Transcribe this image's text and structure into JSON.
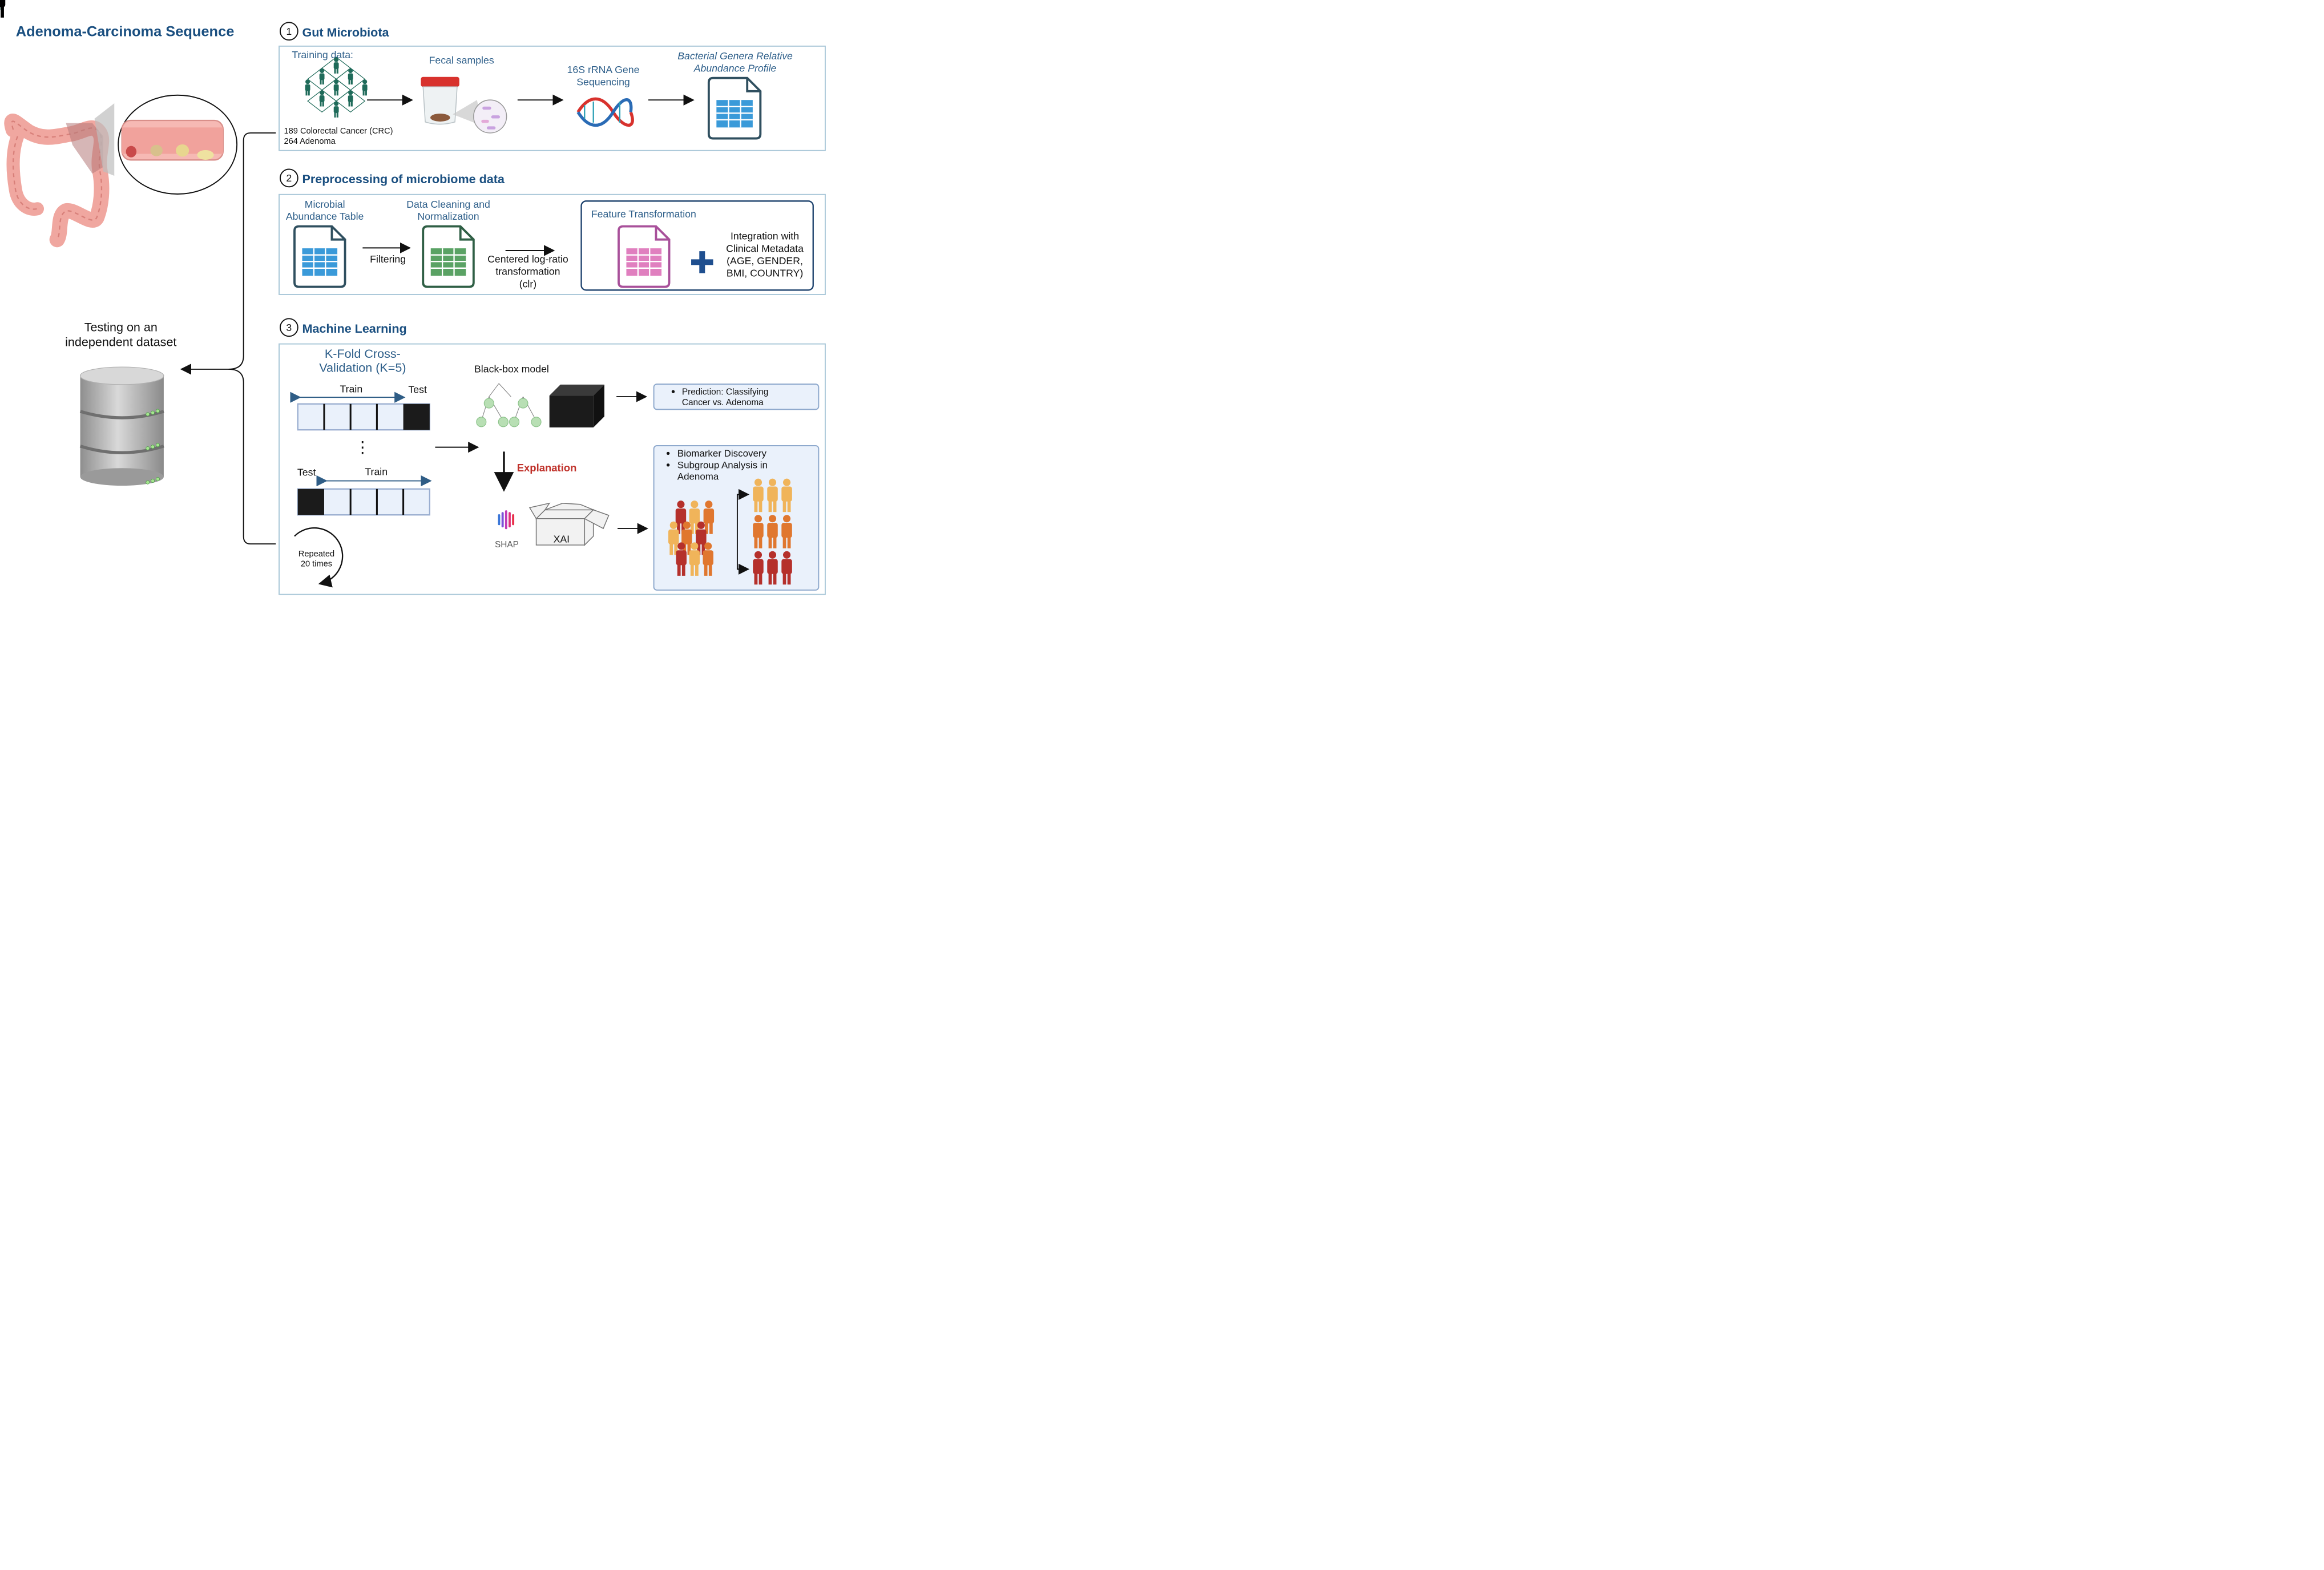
{
  "main_title": "Adenoma-Carcinoma Sequence",
  "sections": {
    "s1": {
      "number": "1",
      "title": "Gut Microbiota",
      "training_label": "Training data:",
      "counts": [
        "189 Colorectal Cancer (CRC)",
        "264 Adenoma"
      ],
      "fecal_label": "Fecal samples",
      "sequencing_label": [
        "16S rRNA Gene",
        "Sequencing"
      ],
      "profile_label": [
        "Bacterial Genera Relative",
        "Abundance Profile"
      ]
    },
    "s2": {
      "number": "2",
      "title": "Preprocessing of microbiome data",
      "table_label": [
        "Microbial",
        "Abundance Table"
      ],
      "filtering_label": "Filtering",
      "cleaning_label": [
        "Data Cleaning and",
        "Normalization"
      ],
      "clr_label": [
        "Centered log-ratio",
        "transformation",
        "(clr)"
      ],
      "feature_label": "Feature Transformation",
      "integration_label": [
        "Integration with",
        "Clinical Metadata",
        "(AGE, GENDER,",
        "BMI, COUNTRY)"
      ]
    },
    "s3": {
      "number": "3",
      "title": "Machine Learning",
      "kfold_label": [
        "K-Fold Cross-",
        "Validation (K=5)"
      ],
      "train_label": "Train",
      "test_label": "Test",
      "ellipsis": "⋮",
      "repeated_label": [
        "Repeated",
        "20 times"
      ],
      "blackbox_label": "Black-box model",
      "explanation_label": "Explanation",
      "shap_label": "SHAP",
      "xai_label": "XAI",
      "prediction_items": [
        "Prediction: Classifying",
        "Cancer vs. Adenoma"
      ],
      "biomarker_items": [
        "Biomarker Discovery",
        "Subgroup Analysis in",
        "Adenoma"
      ]
    }
  },
  "testing_label": [
    "Testing on an",
    "independent dataset"
  ],
  "colors": {
    "title_blue": "#1a4f80",
    "panel_border": "#a9c7d8",
    "teal_people": "#1f6b5a",
    "table_blue": "#3a9ad9",
    "table_green": "#5aa264",
    "table_pink": "#e07fbf",
    "explanation_red": "#c0322b",
    "black_box": "#1b1b1b"
  }
}
